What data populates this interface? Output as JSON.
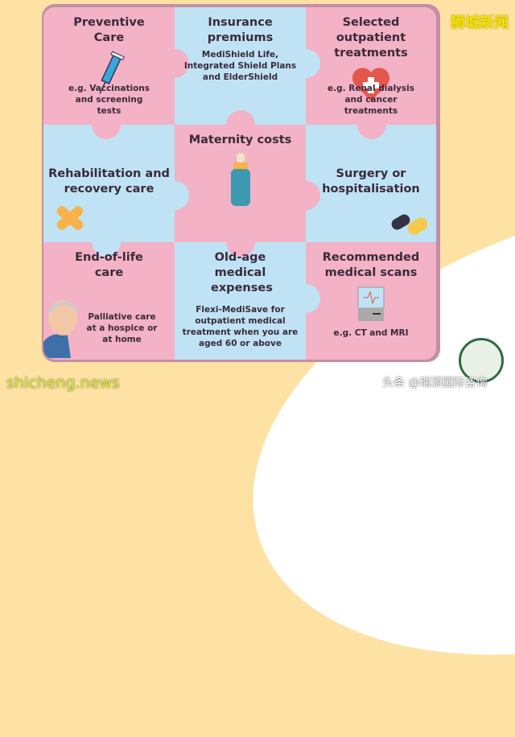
{
  "cells": [
    {
      "title": "Preventive Care",
      "note": "e.g. Vaccinations and screening tests",
      "icon": "syringe-icon",
      "color": "pink"
    },
    {
      "title": "Insurance premiums",
      "note": "MediShield Life, Integrated Shield Plans and ElderShield",
      "icon": "",
      "color": "blue"
    },
    {
      "title": "Selected outpatient treatments",
      "note": "e.g. Renal dialysis and cancer treatments",
      "icon": "heart-plus-icon",
      "color": "pink"
    },
    {
      "title": "Rehabilitation and recovery care",
      "note": "",
      "icon": "bandage-icon",
      "color": "blue"
    },
    {
      "title": "Maternity costs",
      "note": "",
      "icon": "baby-bottle-icon",
      "color": "pink"
    },
    {
      "title": "Surgery or hospitalisation",
      "note": "",
      "icon": "pills-icon",
      "color": "blue"
    },
    {
      "title": "End-of-life care",
      "note": "Palliative care at a hospice or at home",
      "icon": "elderly-man-icon",
      "color": "pink"
    },
    {
      "title": "Old-age medical expenses",
      "note": "Flexi-MediSave for outpatient medical treatment when you are aged 60 or above",
      "icon": "",
      "color": "blue"
    },
    {
      "title": "Recommended medical scans",
      "note": "e.g. CT and MRI",
      "icon": "scanner-icon",
      "color": "pink"
    }
  ],
  "watermarks": {
    "top_right": "狮城新闻",
    "bottom_left": "shicheng.news",
    "bottom_right": "头条 @瑞源国际咨询"
  },
  "colors": {
    "pink": "#f3b2c5",
    "blue": "#bfe3f4",
    "background": "#fde2a4"
  }
}
